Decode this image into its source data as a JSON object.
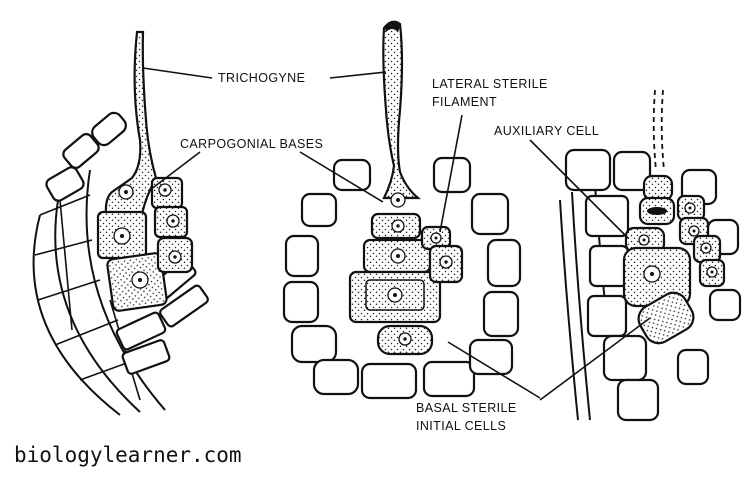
{
  "labels": {
    "trichogyne": "TRICHOGYNE",
    "carpogonial_bases": "CARPOGONIAL BASES",
    "lateral_sterile_line1": "LATERAL STERILE",
    "lateral_sterile_line2": "FILAMENT",
    "auxiliary_cell": "AUXILIARY CELL",
    "basal_sterile_line1": "BASAL STERILE",
    "basal_sterile_line2": "INITIAL CELLS"
  },
  "watermark": "biologylearner.com"
}
